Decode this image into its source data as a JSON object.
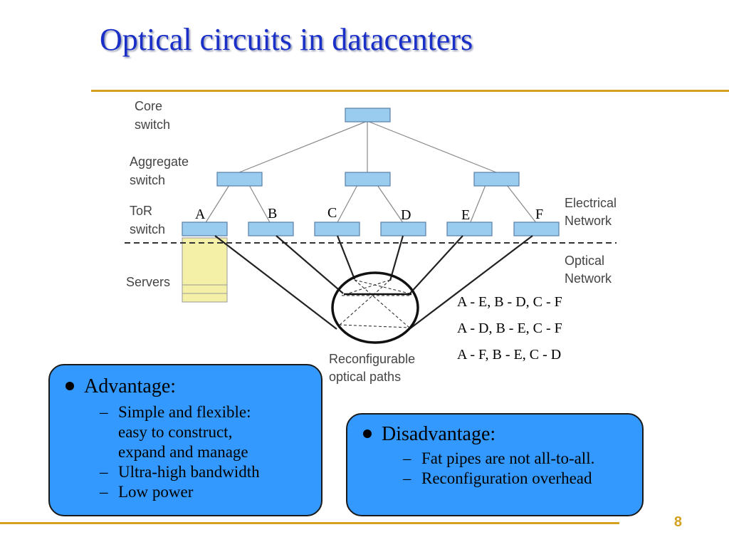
{
  "title": "Optical circuits in datacenters",
  "slide_number": "8",
  "colors": {
    "title": "#1a2fc8",
    "rule": "#d4a020",
    "switch": "#99ccee",
    "server": "#f5f0a8",
    "box": "#3399ff"
  },
  "diagram": {
    "labels": {
      "core": [
        "Core",
        "switch"
      ],
      "aggregate": [
        "Aggregate",
        "switch"
      ],
      "tor": [
        "ToR",
        "switch"
      ],
      "servers": "Servers",
      "electrical": [
        "Electrical",
        "Network"
      ],
      "optical": [
        "Optical",
        "Network"
      ],
      "reconfig": [
        "Reconfigurable",
        "optical paths"
      ]
    },
    "tor_nodes": [
      "A",
      "B",
      "C",
      "D",
      "E",
      "F"
    ],
    "combinations": [
      "A - E, B - D, C - F",
      "A - D, B - E, C - F",
      "A - F, B - E, C - D"
    ]
  },
  "advantage": {
    "heading": "Advantage:",
    "items": [
      "Simple and flexible:",
      "easy to construct,",
      "expand and manage",
      "Ultra-high bandwidth",
      "Low power"
    ]
  },
  "disadvantage": {
    "heading": "Disadvantage:",
    "items": [
      "Fat pipes are not all-to-all.",
      "Reconfiguration overhead"
    ]
  }
}
